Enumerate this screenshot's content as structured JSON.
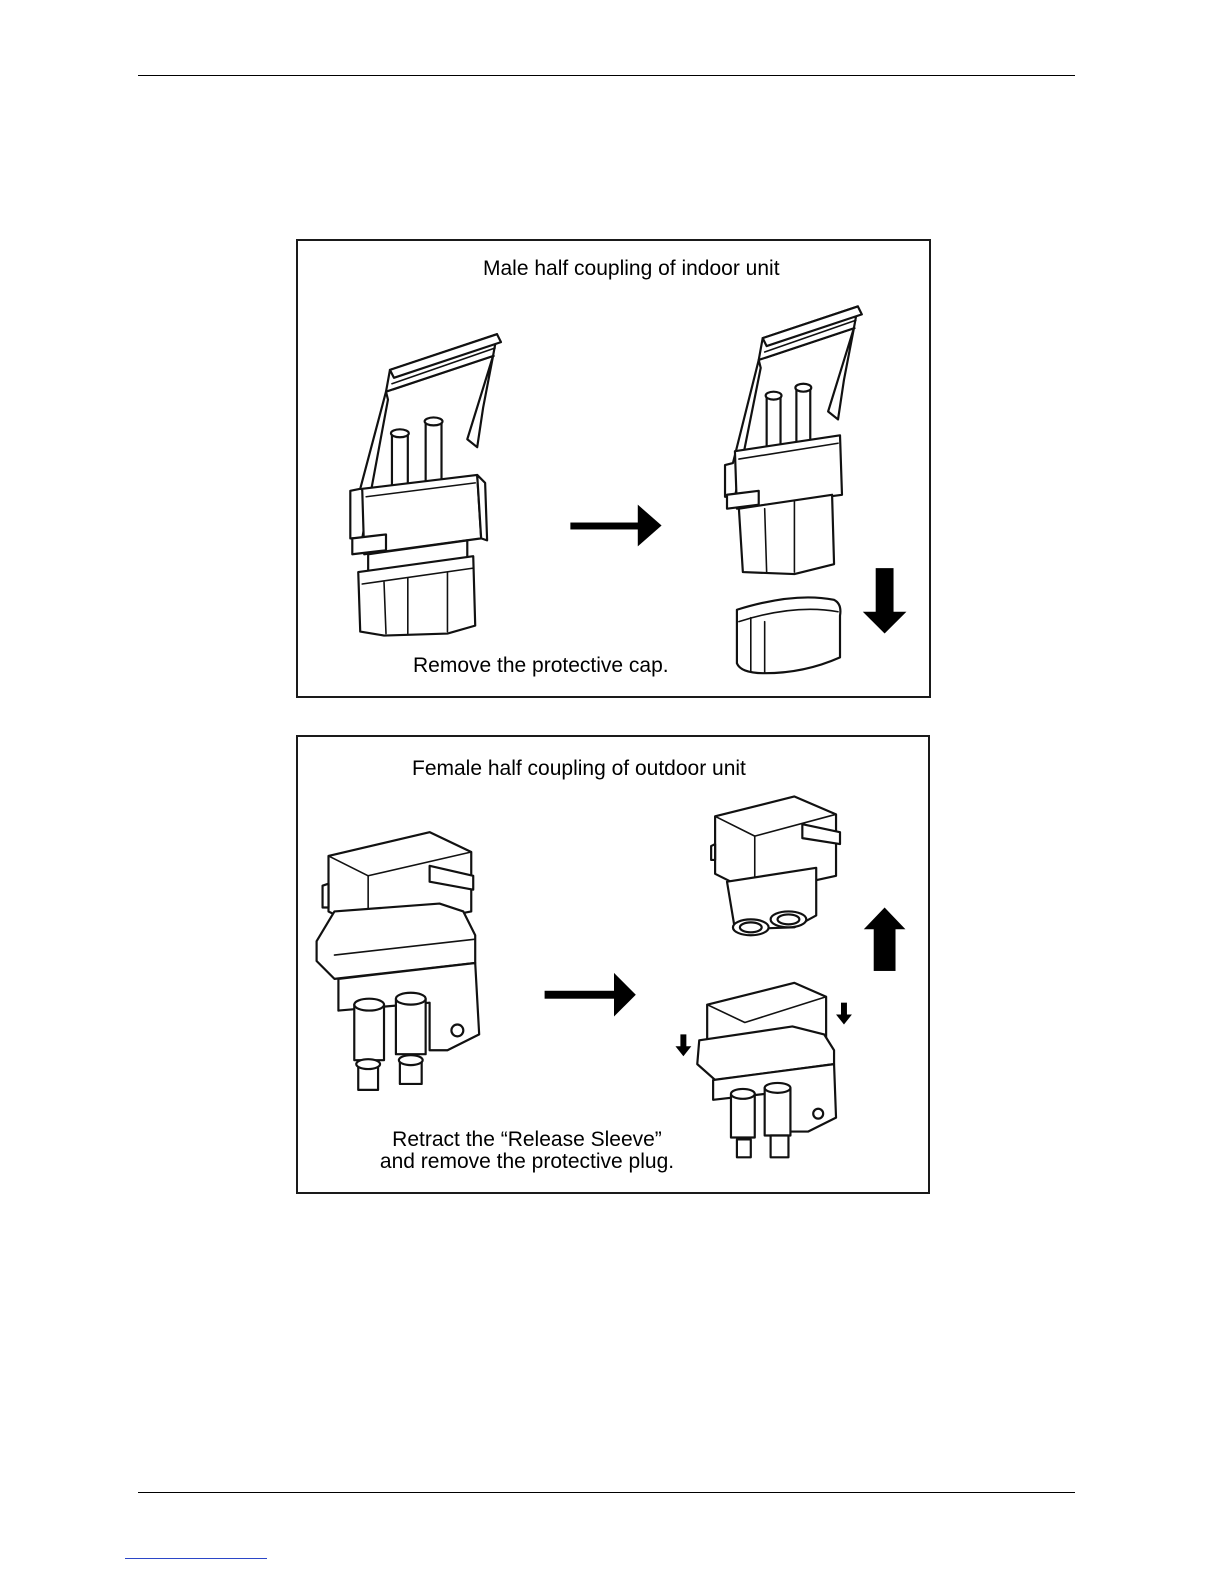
{
  "panel_male": {
    "title": "Male half coupling of indoor unit",
    "caption": "Remove the protective cap."
  },
  "panel_female": {
    "title": "Female half coupling  of outdoor unit",
    "caption_line1": "Retract the “Release Sleeve”",
    "caption_line2": "and remove the protective plug."
  },
  "icons": [
    "arrow-right-icon",
    "arrow-down-icon",
    "arrow-up-icon"
  ]
}
